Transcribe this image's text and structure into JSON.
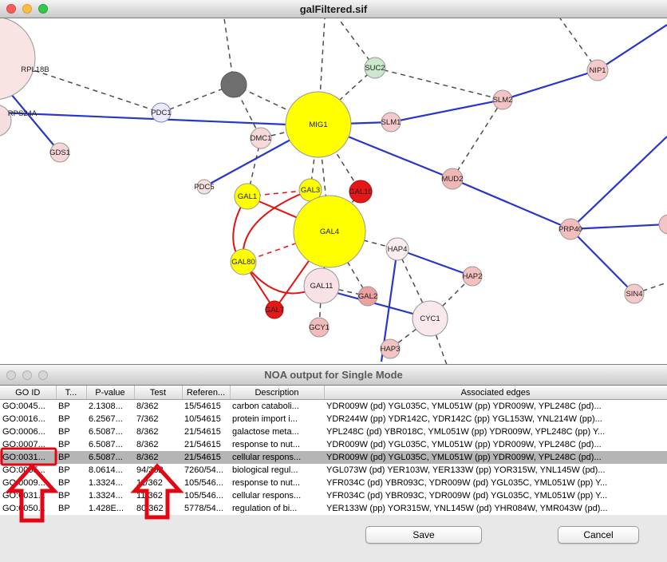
{
  "top_window": {
    "title": "galFiltered.sif"
  },
  "network": {
    "nodes": [
      "RPL18B",
      "RPS24A",
      "GDS1",
      "PDC1",
      "DMC1",
      "MIG1",
      "SUC2",
      "SLM1",
      "SLM2",
      "NIP1",
      "MUD2",
      "PDC5",
      "GAL1",
      "GAL3",
      "GAL10",
      "GAL4",
      "PRP40",
      "GAL80",
      "HAP4",
      "HAP2",
      "SIN4",
      "GAL11",
      "GAL2",
      "GAL7",
      "CYC1",
      "GCY1",
      "HAP3"
    ],
    "colors": {
      "node_yellow": "#ffff00",
      "node_red": "#e61717",
      "node_pink": "#f4c4c4",
      "edge_blue": "#2837c8",
      "edge_gray_dashed": "#4d4d4d",
      "edge_red": "#e21313"
    }
  },
  "bottom_window": {
    "title": "NOA output for Single Mode",
    "table": {
      "columns": [
        "GO ID",
        "T...",
        "P-value",
        "Test",
        "Referen...",
        "Description",
        "Associated edges"
      ],
      "rows": [
        {
          "id": "GO:0045...",
          "type": "BP",
          "p": "2.1308...",
          "test": "8/362",
          "ref": "15/54615",
          "desc": "carbon cataboli...",
          "edges": "YDR009W (pd) YGL035C, YML051W (pp) YDR009W, YPL248C (pd)..."
        },
        {
          "id": "GO:0016...",
          "type": "BP",
          "p": "6.2567...",
          "test": "7/362",
          "ref": "10/54615",
          "desc": "protein import i...",
          "edges": "YDR244W (pp) YDR142C, YDR142C (pp) YGL153W, YNL214W (pp)..."
        },
        {
          "id": "GO:0006...",
          "type": "BP",
          "p": "6.5087...",
          "test": "8/362",
          "ref": "21/54615",
          "desc": "galactose meta...",
          "edges": "YPL248C (pd) YBR018C, YML051W (pp) YDR009W, YPL248C (pp) Y..."
        },
        {
          "id": "GO:0007...",
          "type": "BP",
          "p": "6.5087...",
          "test": "8/362",
          "ref": "21/54615",
          "desc": "response to nut...",
          "edges": "YDR009W (pd) YGL035C, YML051W (pp) YDR009W, YPL248C (pd)..."
        },
        {
          "id": "GO:0031...",
          "type": "BP",
          "p": "6.5087...",
          "test": "8/362",
          "ref": "21/54615",
          "desc": "cellular respons...",
          "edges": "YDR009W (pd) YGL035C, YML051W (pp) YDR009W, YPL248C (pd)..."
        },
        {
          "id": "GO:0065...",
          "type": "BP",
          "p": "8.0614...",
          "test": "94/362",
          "ref": "7260/54...",
          "desc": "biological regul...",
          "edges": "YGL073W (pd) YER103W, YER133W (pp) YOR315W, YNL145W (pd)..."
        },
        {
          "id": "GO:0009...",
          "type": "BP",
          "p": "1.3324...",
          "test": "11/362",
          "ref": "105/546...",
          "desc": "response to nut...",
          "edges": "YFR034C (pd) YBR093C, YDR009W (pd) YGL035C, YML051W (pp) Y..."
        },
        {
          "id": "GO:0031...",
          "type": "BP",
          "p": "1.3324...",
          "test": "11/362",
          "ref": "105/546...",
          "desc": "cellular respons...",
          "edges": "YFR034C (pd) YBR093C, YDR009W (pd) YGL035C, YML051W (pp) Y..."
        },
        {
          "id": "GO:0050...",
          "type": "BP",
          "p": "1.428E...",
          "test": "80/362",
          "ref": "5778/54...",
          "desc": "regulation of bi...",
          "edges": "YER133W (pp) YOR315W, YNL145W (pd) YHR084W, YMR043W (pd)..."
        }
      ],
      "selected_row_index": 4
    },
    "buttons": {
      "save": "Save",
      "cancel": "Cancel"
    },
    "annotation_color": "#e30613"
  }
}
